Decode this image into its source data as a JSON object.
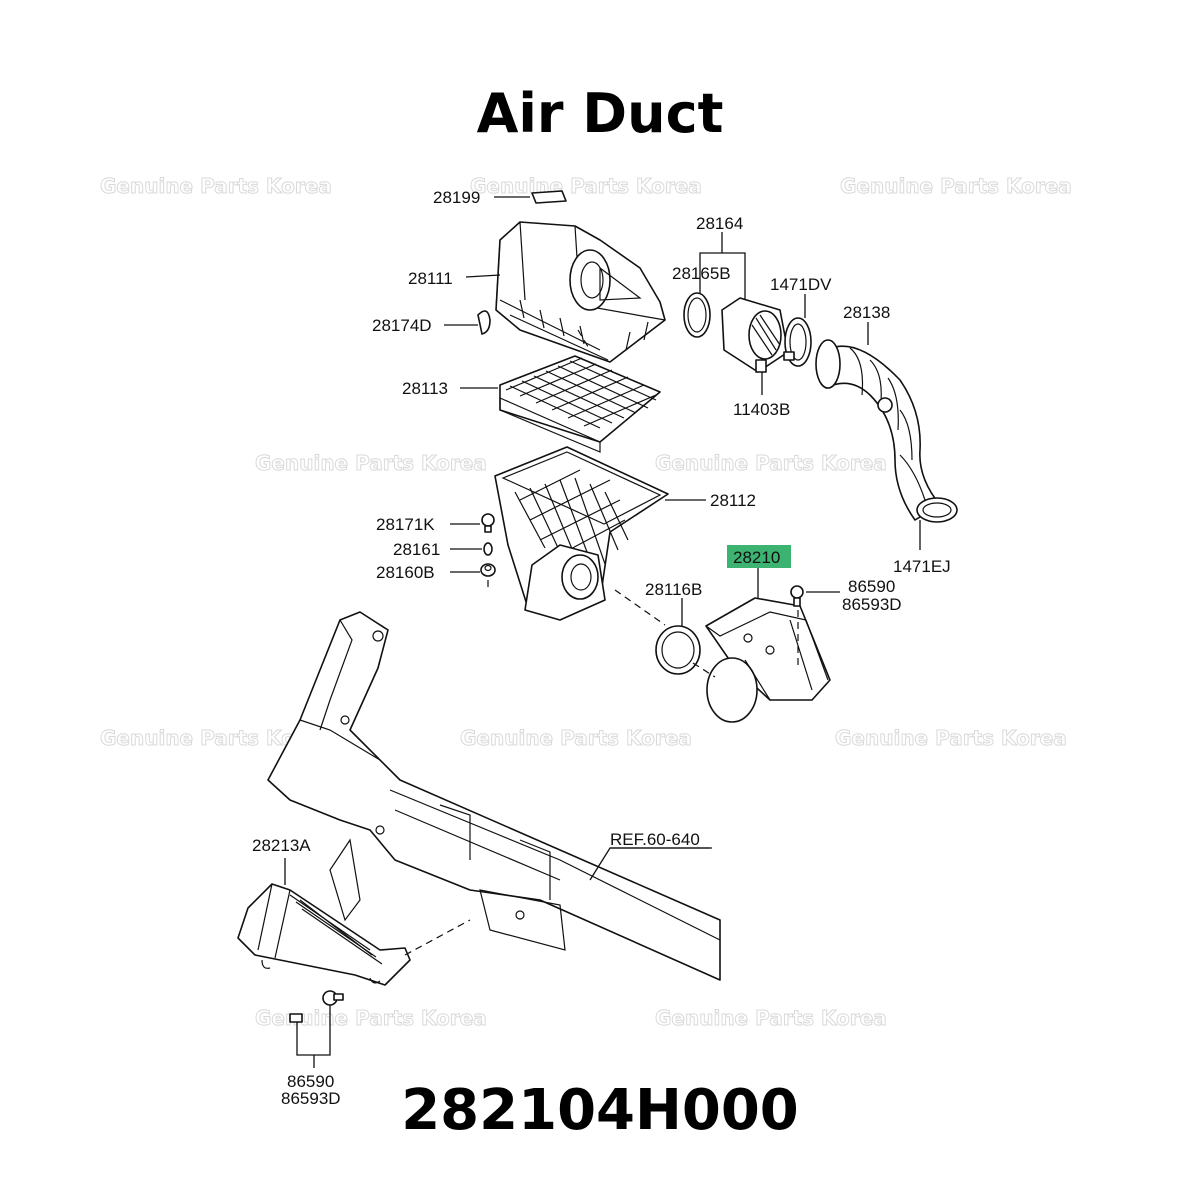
{
  "title": "Air Duct",
  "part_number": "282104H000",
  "watermark": "Genuine Parts Korea",
  "highlight_color": "#3cb371",
  "highlighted_label": "28210",
  "labels": {
    "l28199": "28199",
    "l28164": "28164",
    "l28111": "28111",
    "l28165B": "28165B",
    "l1471DV": "1471DV",
    "l28138": "28138",
    "l28174D": "28174D",
    "l28113": "28113",
    "l11403B": "11403B",
    "l28112": "28112",
    "l28171K": "28171K",
    "l28161": "28161",
    "l28160B": "28160B",
    "l28210": "28210",
    "l1471EJ": "1471EJ",
    "l28116B": "28116B",
    "l86590a": "86590",
    "l86593Da": "86593D",
    "l28213A": "28213A",
    "lREF": "REF.60-640",
    "l86590b": "86590",
    "l86593Db": "86593D"
  }
}
